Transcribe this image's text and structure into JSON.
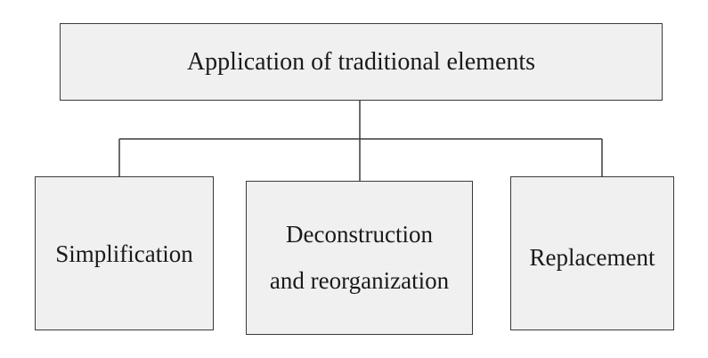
{
  "diagram": {
    "root": {
      "label": "Application of traditional elements"
    },
    "children": [
      {
        "label": "Simplification"
      },
      {
        "label": "Deconstruction\nand reorganization"
      },
      {
        "label": "Replacement"
      }
    ],
    "colors": {
      "box_fill": "#f0f0f0",
      "box_border": "#3a3a3a",
      "connector": "#3a3a3a",
      "text": "#1a1a1a"
    }
  }
}
